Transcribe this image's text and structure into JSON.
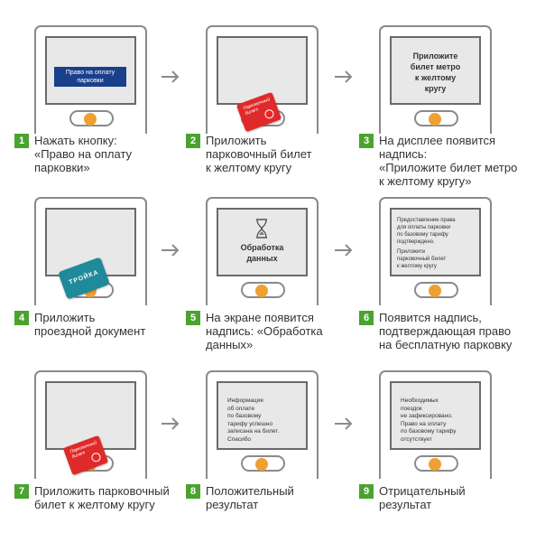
{
  "steps": [
    {
      "number": "1",
      "caption": [
        "Нажать кнопку:",
        "«Право на оплату",
        "парковки»"
      ],
      "screen_button": [
        "Право на оплату",
        "парковки"
      ]
    },
    {
      "number": "2",
      "caption": [
        "Приложить",
        "парковочный билет",
        "к желтому кругу"
      ],
      "ticket_text": [
        "Парковочный",
        "билет"
      ]
    },
    {
      "number": "3",
      "caption": [
        "На дисплее появится надпись:",
        "«Приложите билет метро",
        "к желтому кругу»"
      ],
      "screen_text": [
        "Приложите",
        "билет метро",
        "к желтому",
        "кругу"
      ]
    },
    {
      "number": "4",
      "caption": [
        "Приложить",
        "проездной документ"
      ],
      "card_text": "ТРОЙКА"
    },
    {
      "number": "5",
      "caption": [
        "На экране появится",
        "надпись: «Обработка",
        "данных»"
      ],
      "screen_text": [
        "Обработка",
        "данных"
      ]
    },
    {
      "number": "6",
      "caption": [
        "Появится надпись,",
        "подтверждающая право",
        "на бесплатную парковку"
      ],
      "screen_text_a": [
        "Предоставление права",
        "для оплаты парковки",
        "по базовому тарифу",
        "подтверждено."
      ],
      "screen_text_b": [
        "Приложите",
        "парковочный билет",
        "к желтому кругу"
      ]
    },
    {
      "number": "7",
      "caption": [
        "Приложить парковочный",
        "билет к желтому кругу"
      ],
      "ticket_text": [
        "Парковочный",
        "билет"
      ]
    },
    {
      "number": "8",
      "caption": [
        "Положительный",
        "результат"
      ],
      "screen_text": [
        "Информация",
        "об оплате",
        "по базовому",
        "тарифу успешно",
        "записана на билет.",
        "Спасибо"
      ]
    },
    {
      "number": "9",
      "caption": [
        "Отрицательный",
        "результат"
      ],
      "screen_text": [
        "Необходимых",
        "поездок",
        "не зафиксировано.",
        "Право на оплату",
        "по базовому тарифу",
        "отсутствует"
      ]
    }
  ],
  "colors": {
    "step_badge": "#4aa32f",
    "reader_circle": "#f0a030",
    "screen_button": "#1a3f8c",
    "parking_ticket": "#e02a2a",
    "troika_card": "#1e8a9a"
  }
}
